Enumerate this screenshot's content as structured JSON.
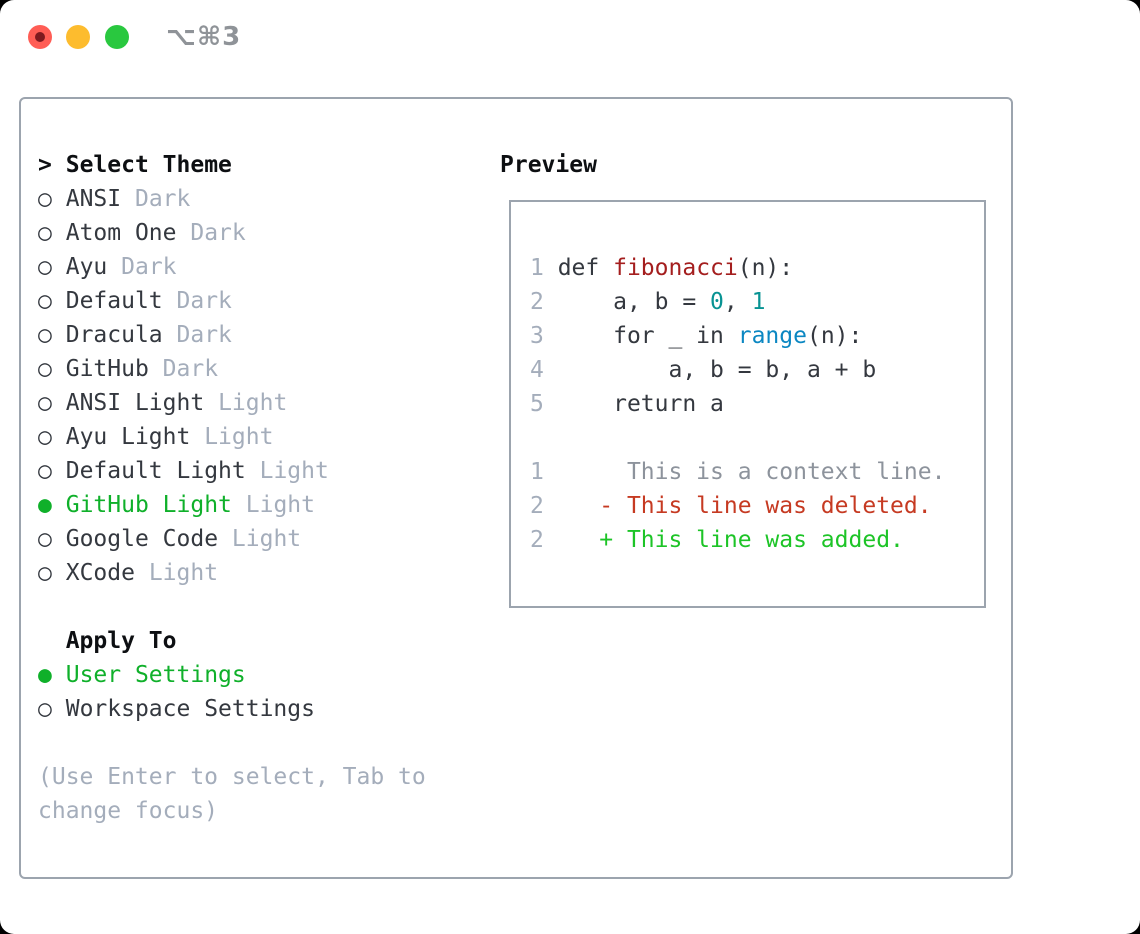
{
  "window": {
    "title": "⌥⌘3"
  },
  "colors": {
    "border": "#9ca4ae",
    "heading": "#0d0f12",
    "itemtext": "#34383f",
    "muted": "#a4adbb",
    "selected": "#0fb02a",
    "title": "#8f9398",
    "code_plain": "#34383f",
    "code_fn": "#a41e1e",
    "code_num": "#089393",
    "code_builtin": "#0b87c2",
    "diff_ctx": "#8d939c",
    "diff_del": "#c63a22",
    "diff_add": "#1dc427",
    "traffic_red": "#ff5d55",
    "traffic_red_dot": "#7e1a1f",
    "traffic_yellow": "#fdbc2e",
    "traffic_green": "#29c83f"
  },
  "selector": {
    "prompt": ">",
    "header": "Select Theme",
    "radio_unselected": "○",
    "radio_selected": "●",
    "items": [
      {
        "name": "ANSI",
        "variant": "Dark",
        "selected": false
      },
      {
        "name": "Atom One",
        "variant": "Dark",
        "selected": false
      },
      {
        "name": "Ayu",
        "variant": "Dark",
        "selected": false
      },
      {
        "name": "Default",
        "variant": "Dark",
        "selected": false
      },
      {
        "name": "Dracula",
        "variant": "Dark",
        "selected": false
      },
      {
        "name": "GitHub",
        "variant": "Dark",
        "selected": false
      },
      {
        "name": "ANSI Light",
        "variant": "Light",
        "selected": false
      },
      {
        "name": "Ayu Light",
        "variant": "Light",
        "selected": false
      },
      {
        "name": "Default Light",
        "variant": "Light",
        "selected": false
      },
      {
        "name": "GitHub Light",
        "variant": "Light",
        "selected": true
      },
      {
        "name": "Google Code",
        "variant": "Light",
        "selected": false
      },
      {
        "name": "XCode",
        "variant": "Light",
        "selected": false
      }
    ]
  },
  "apply_to": {
    "header": "Apply To",
    "options": [
      {
        "name": "User Settings",
        "selected": true
      },
      {
        "name": "Workspace Settings",
        "selected": false
      }
    ]
  },
  "hint": "(Use Enter to select, Tab to change focus)",
  "preview": {
    "header": "Preview",
    "lines": [
      {
        "n": "1",
        "segs": [
          {
            "t": " def ",
            "s": "p"
          },
          {
            "t": "fibonacci",
            "s": "fn"
          },
          {
            "t": "(n):",
            "s": "p"
          }
        ]
      },
      {
        "n": "2",
        "segs": [
          {
            "t": "     a, b = ",
            "s": "p"
          },
          {
            "t": "0",
            "s": "num"
          },
          {
            "t": ", ",
            "s": "p"
          },
          {
            "t": "1",
            "s": "num"
          }
        ]
      },
      {
        "n": "3",
        "segs": [
          {
            "t": "     for _ in ",
            "s": "p"
          },
          {
            "t": "range",
            "s": "bi"
          },
          {
            "t": "(n):",
            "s": "p"
          }
        ]
      },
      {
        "n": "4",
        "segs": [
          {
            "t": "         a, b = b, a + b",
            "s": "p"
          }
        ]
      },
      {
        "n": "5",
        "segs": [
          {
            "t": "     return a",
            "s": "p"
          }
        ]
      },
      {
        "n": "",
        "segs": []
      },
      {
        "n": "1",
        "segs": [
          {
            "t": "      This is a context line.",
            "s": "ctx"
          }
        ]
      },
      {
        "n": "2",
        "segs": [
          {
            "t": "    - This line was deleted.",
            "s": "del"
          }
        ]
      },
      {
        "n": "2",
        "segs": [
          {
            "t": "    + This line was added.",
            "s": "add"
          }
        ]
      }
    ]
  }
}
